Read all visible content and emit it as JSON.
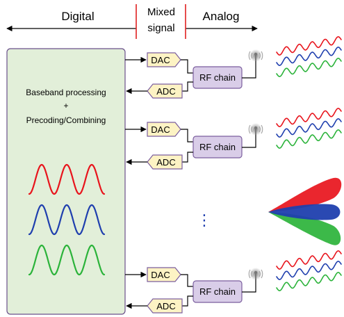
{
  "header": {
    "digital_label": "Digital",
    "mixed_label_line1": "Mixed",
    "mixed_label_line2": "signal",
    "analog_label": "Analog"
  },
  "baseband": {
    "line1": "Baseband processing",
    "line2": "+",
    "line3": "Precoding/Combining",
    "wave_colors": [
      "#e8141c",
      "#1f3fae",
      "#2bb33a"
    ]
  },
  "chains": [
    {
      "dac_label": "DAC",
      "adc_label": "ADC",
      "rf_label": "RF chain"
    },
    {
      "dac_label": "DAC",
      "adc_label": "ADC",
      "rf_label": "RF chain"
    },
    {
      "dac_label": "DAC",
      "adc_label": "ADC",
      "rf_label": "RF chain"
    }
  ],
  "ellipsis": "⋮",
  "colors": {
    "baseband_fill": "#e2efd9",
    "baseband_stroke": "#6a4f8a",
    "converter_fill": "#fdf3c4",
    "converter_stroke": "#7b5e9e",
    "rf_fill": "#d9cde8",
    "rf_stroke": "#7b5e9e",
    "divider": "#e02020",
    "red": "#e8141c",
    "blue": "#1f3fae",
    "green": "#2bb33a"
  }
}
